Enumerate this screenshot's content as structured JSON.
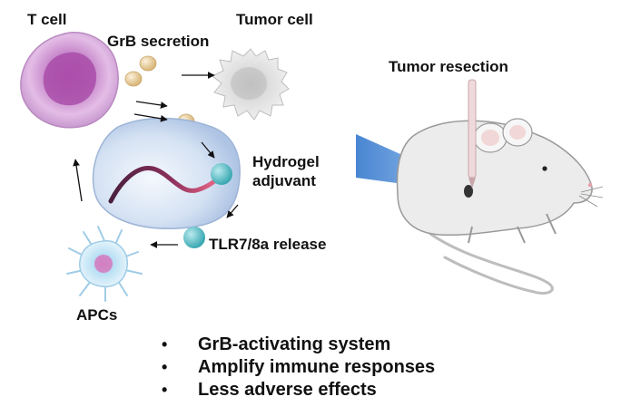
{
  "labels": {
    "t_cell": "T cell",
    "grb_secretion": "GrB secretion",
    "tumor_cell": "Tumor cell",
    "tumor_resection": "Tumor resection",
    "hydrogel_adjuvant_line1": "Hydrogel",
    "hydrogel_adjuvant_line2": "adjuvant",
    "tlr_release": "TLR7/8a release",
    "apcs": "APCs"
  },
  "bullets": [
    "GrB-activating system",
    "Amplify immune responses",
    "Less adverse effects"
  ],
  "colors": {
    "t_cell": "#d9a8d9",
    "t_cell_nucleus": "#b24fb2",
    "tumor_cell": "#d4d4d4",
    "hydrogel": "#c9d9ef",
    "granule": "#e6cfa2",
    "tlr_bead": "#6fc6cc",
    "chain_dark": "#5a2a4a",
    "chain_light": "#e0587a",
    "apc": "#a8d8f0",
    "beam": "#4f8fd6",
    "mouse": "#e8e8e8"
  },
  "icons": [
    "t-cell-icon",
    "tumor-cell-icon",
    "hydrogel-icon",
    "apc-icon",
    "mouse-icon",
    "needle-icon"
  ]
}
